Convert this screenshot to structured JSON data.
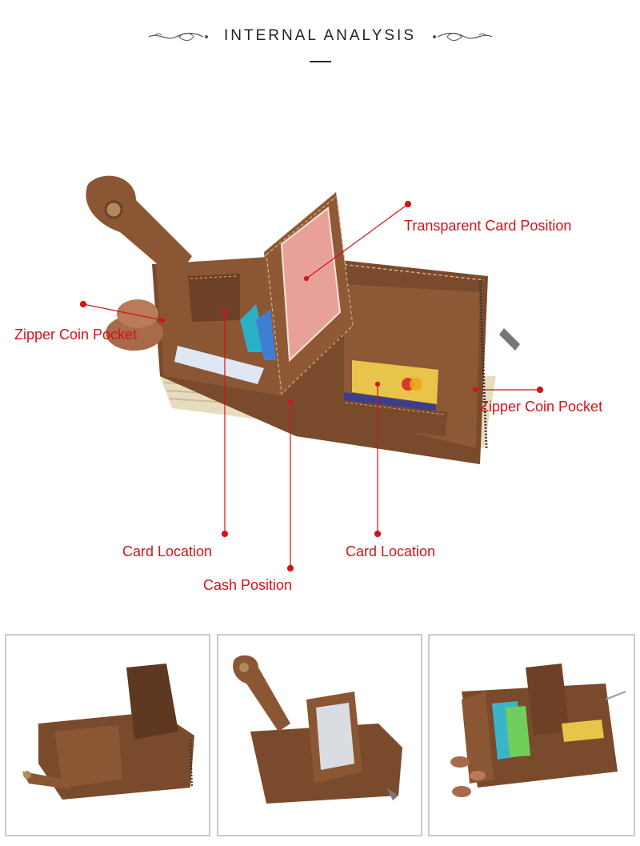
{
  "header": {
    "title": "INTERNAL ANALYSIS"
  },
  "callouts": {
    "transparent_card": "Transparent Card Position",
    "zipper_left": "Zipper Coin Pocket",
    "zipper_right": "Zipper Coin Pocket",
    "card_left": "Card Location",
    "card_right": "Card Location",
    "cash": "Cash Position"
  },
  "colors": {
    "accent": "#d4131a",
    "leather": "#7a4a2c",
    "leather_dark": "#5a331d",
    "rule": "#2a2a2a",
    "thumb_border": "#c9c9c9"
  },
  "thumbnails": [
    {
      "view": "wallet-open-window"
    },
    {
      "view": "wallet-strap-open"
    },
    {
      "view": "wallet-cards-coins"
    }
  ]
}
